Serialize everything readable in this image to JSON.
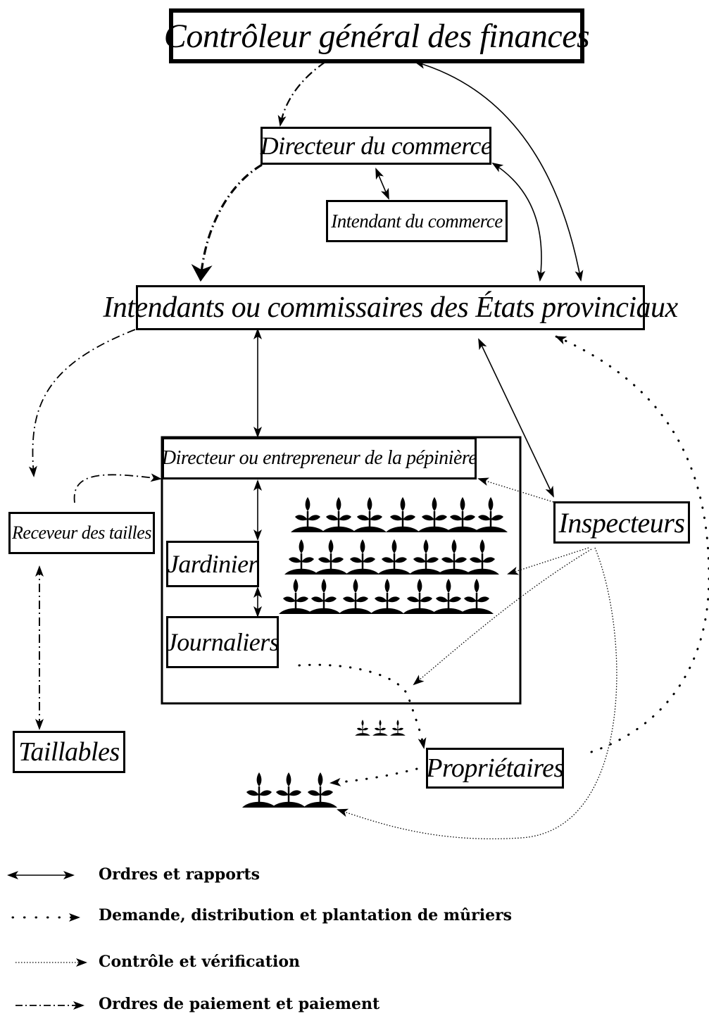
{
  "nodes": {
    "controleur": "Contrôleur général des finances",
    "directeur_commerce": "Directeur du commerce",
    "intendant_commerce": "Intendant du commerce",
    "intendants": "Intendants ou commissaires des États provinciaux",
    "directeur_pepiniere": "Directeur ou entrepreneur de la pépinière",
    "jardinier": "Jardinier",
    "journaliers": "Journaliers",
    "inspecteurs": "Inspecteurs",
    "receveur": "Receveur des tailles",
    "taillables": "Taillables",
    "proprietaires": "Propriétaires"
  },
  "legend": [
    {
      "label": "Ordres et rapports",
      "style": "solid"
    },
    {
      "label": "Demande, distribution et plantation de mûriers",
      "style": "sparse-dotted"
    },
    {
      "label": "Contrôle et vérification",
      "style": "fine-dotted"
    },
    {
      "label": "Ordres de paiement et paiement",
      "style": "dash-dot"
    }
  ],
  "icons": [
    "mulberry-seedling-icon"
  ]
}
